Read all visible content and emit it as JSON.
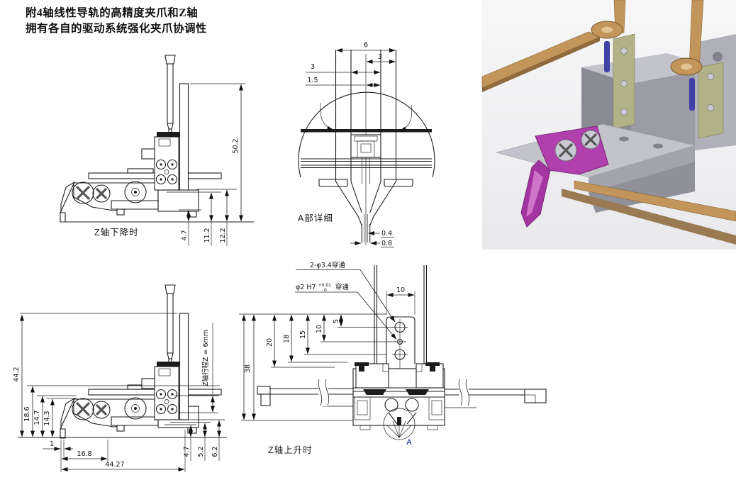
{
  "title": {
    "line1": "附4轴线性导轨的高精度夹爪和Z轴",
    "line2": "拥有各自的驱动系统强化夹爪协调性"
  },
  "drawing_z_down": {
    "caption": "Z轴下降时",
    "dim_total_height": "50.2",
    "dim_gap_1": "4.7",
    "dim_gap_2": "11.2",
    "dim_gap_3": "12.2"
  },
  "drawing_detail_a": {
    "caption": "A部详细",
    "dim_overall_width": "6",
    "dim_right_half": "3",
    "dim_jaw_gap": "3",
    "dim_half_gap": "1.5",
    "dim_tip_inner": "0.4",
    "dim_tip_outer": "0.8"
  },
  "drawing_z_up_side": {
    "stroke_note": "Z轴行程Z = 6mm",
    "dim_total_height": "44.2",
    "dim_h1": "18.6",
    "dim_h2": "14.7",
    "dim_h3": "14.3",
    "dim_tip_width": "1",
    "dim_w1": "16.8",
    "dim_overall_width": "44.27",
    "dim_gap_1": "4.7",
    "dim_gap_2": "5.2",
    "dim_gap_3": "6.2"
  },
  "drawing_z_up_front": {
    "caption": "Z轴上升时",
    "callout_through_holes": "2-φ3.4穿通",
    "callout_pin_prefix": "φ2 H7",
    "callout_pin_tol_upper": "+0.01",
    "callout_pin_tol_lower": "0",
    "callout_pin_suffix": "穿通",
    "detail_marker": "A",
    "dim_plate_width": "10",
    "dim_hole_1": "5",
    "dim_hole_2": "10",
    "dim_hole_3": "15",
    "dim_h4": "18",
    "dim_h5": "20",
    "dim_total": "38"
  },
  "render_3d": {
    "colors": {
      "background": "#f4f4f5",
      "base_gray": "#c3c3cb",
      "body_gray": "#9c9ca6",
      "side_gray": "#8a8a94",
      "plate_khaki": "#b2b289",
      "arm_gold": "#c2955a",
      "bar_brown": "#9a7a52",
      "pin_blue": "#4040a6",
      "gripper_purple": "#b23fae",
      "screw_silver": "#c9c9d3"
    }
  }
}
